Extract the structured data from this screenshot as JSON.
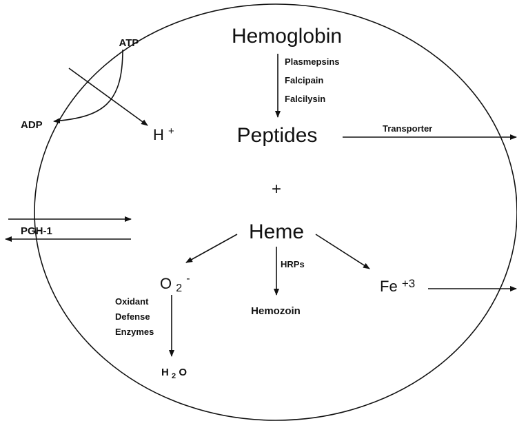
{
  "labels": {
    "hemoglobin": "Hemoglobin",
    "enzymes": [
      "Plasmepsins",
      "Falcipain",
      "Falcilysin"
    ],
    "atp": "ATP",
    "adp": "ADP",
    "h_plus_base": "H",
    "h_plus_sup": "+",
    "peptides": "Peptides",
    "transporter": "Transporter",
    "plus": "+",
    "pgh": "PGH-1",
    "heme": "Heme",
    "hrps": "HRPs",
    "superoxide_base": "O",
    "superoxide_sub": "2",
    "superoxide_sup": "-",
    "iron_base": "Fe",
    "iron_sup": "+3",
    "oxidant_defense": [
      "Oxidant",
      "Defense",
      "Enzymes"
    ],
    "hemozoin": "Hemozoin",
    "water_h": "H",
    "water_sub": "2",
    "water_o": "O"
  }
}
